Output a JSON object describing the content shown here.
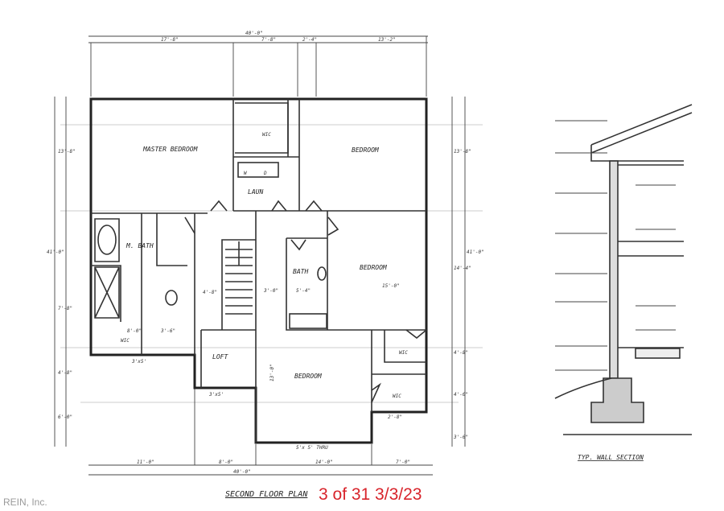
{
  "plan": {
    "title": "SECOND FLOOR PLAN",
    "rooms": {
      "master_bedroom": "MASTER BEDROOM",
      "bedroom_ne": "BEDROOM",
      "bedroom_e": "BEDROOM",
      "bedroom_s": "BEDROOM",
      "m_bath": "M. BATH",
      "bath": "BATH",
      "laun": "LAUN",
      "loft": "LOFT",
      "wic_n": "WIC",
      "wic_sw": "WIC",
      "wic_se1": "WIC",
      "wic_se2": "WIC",
      "washer": "W",
      "dryer": "D"
    },
    "dimensions_top": {
      "overall": "40'-0\"",
      "segments": [
        "17'-8\"",
        "7'-8\"",
        "2'-4\"",
        "13'-2\""
      ]
    },
    "dimensions_bottom": {
      "overall": "40'-0\"",
      "segments": [
        "11'-0\"",
        "8'-0\"",
        "14'-0\"",
        "7'-0\""
      ]
    },
    "dimensions_left": [
      "13'-8\"",
      "41'-0\"",
      "7'-8\"",
      "4'-8\"",
      "6'-0\""
    ],
    "dimensions_right": [
      "13'-8\"",
      "14'-4\"",
      "41'-0\"",
      "4'-8\"",
      "4'-0\"",
      "3'-6\""
    ],
    "notes": [
      "4'-8\"",
      "5'-4\"",
      "3'-0\"",
      "8'-0\"",
      "3'-6\"",
      "3'x5'",
      "3'x5'",
      "13'-0\"",
      "5'x 5' THRU",
      "2'-8\"",
      "15'-0\""
    ]
  },
  "wall_section": {
    "title": "TYP. WALL SECTION"
  },
  "stamp": "3 of 31 3/3/23",
  "watermark": "REIN, Inc."
}
